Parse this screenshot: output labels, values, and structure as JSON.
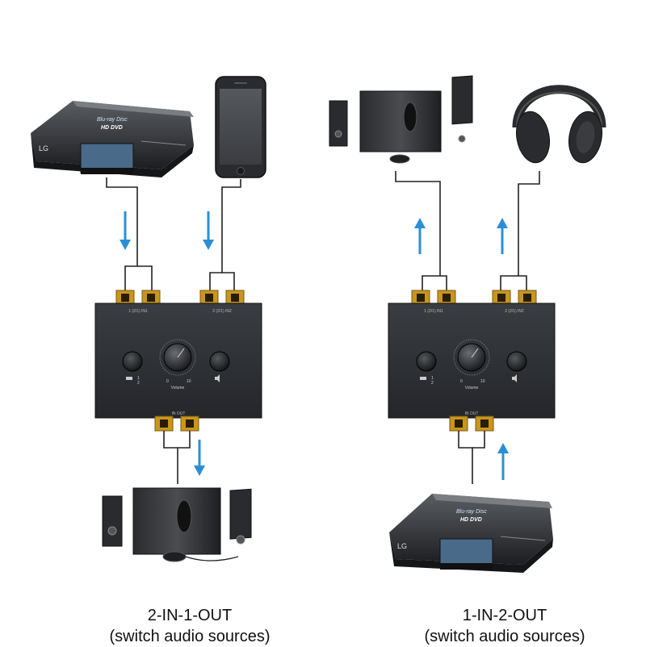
{
  "left": {
    "title": "2-IN-1-OUT",
    "subtitle": "(switch audio sources)"
  },
  "right": {
    "title": "1-IN-2-OUT",
    "subtitle": "(switch audio sources)"
  },
  "switch_box": {
    "input_label": "1 (2/1) IN1",
    "input2_label": "2 (2/1) IN2",
    "out_label": "IN OUT",
    "volume_label": "Volume",
    "scale_min": "0",
    "scale_max": "10",
    "selector_1": "1",
    "selector_2": "2"
  },
  "player": {
    "brand": "LG",
    "disc_logo": "Blu-ray Disc",
    "format_label": "HD DVD"
  },
  "colors": {
    "arrow": "#2b8fd6",
    "box": "#2f3236",
    "gold": "#c8961e",
    "cable": "#222222"
  }
}
